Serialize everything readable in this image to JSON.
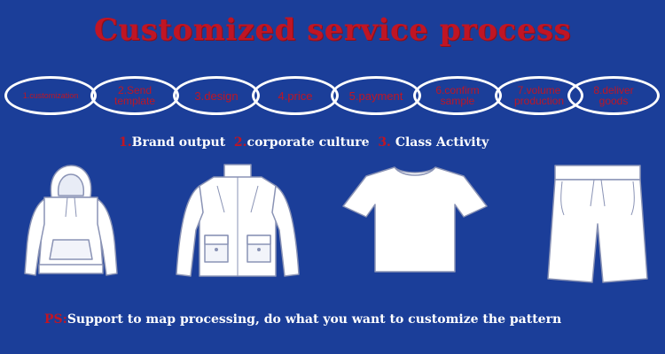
{
  "title": "Customized service process",
  "steps": [
    {
      "label": "1.customization"
    },
    {
      "label": "2.Send template"
    },
    {
      "label": "3.design"
    },
    {
      "label": "4.price"
    },
    {
      "label": "5.payment"
    },
    {
      "label": "6.confirm sample"
    },
    {
      "label": "7.volume production"
    },
    {
      "label": "8.deliver goods"
    }
  ],
  "categories": [
    {
      "num": "1.",
      "text": "Brand output"
    },
    {
      "num": "2.",
      "text": "corporate culture"
    },
    {
      "num": "3.",
      "text": "Class Activity"
    }
  ],
  "garments": [
    {
      "icon": "hoodie-icon"
    },
    {
      "icon": "jacket-icon"
    },
    {
      "icon": "tshirt-icon"
    },
    {
      "icon": "shorts-icon"
    }
  ],
  "ps": {
    "prefix": "PS:",
    "text": "Support to map processing, do what you want to customize the pattern"
  },
  "colors": {
    "background": "#1b3e99",
    "accent_red": "#c01524",
    "white": "#ffffff"
  }
}
